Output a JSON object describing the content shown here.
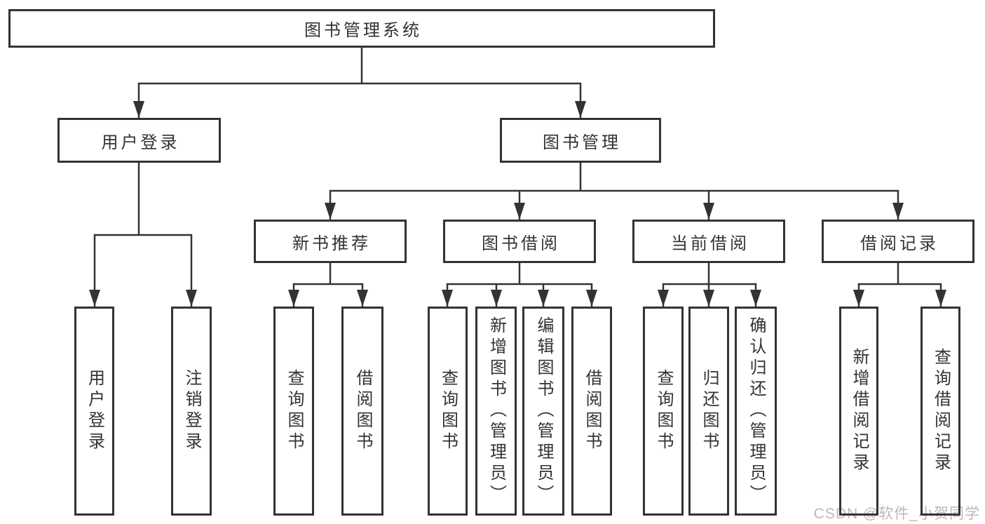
{
  "colors": {
    "line": "#333333",
    "border": "#333333",
    "text": "#333333",
    "watermark": "#b9b9b9",
    "background": "#ffffff"
  },
  "watermark": {
    "text": "CSDN @软件_小贺同学"
  },
  "tree": {
    "root": {
      "label": "图书管理系统",
      "children": [
        {
          "label": "用户登录",
          "children": [
            {
              "label": "用户登录"
            },
            {
              "label": "注销登录"
            }
          ]
        },
        {
          "label": "图书管理",
          "children": [
            {
              "label": "新书推荐",
              "children": [
                {
                  "label": "查询图书"
                },
                {
                  "label": "借阅图书"
                }
              ]
            },
            {
              "label": "图书借阅",
              "children": [
                {
                  "label": "查询图书"
                },
                {
                  "label": "新增图书（管理员）"
                },
                {
                  "label": "编辑图书（管理员）"
                },
                {
                  "label": "借阅图书"
                }
              ]
            },
            {
              "label": "当前借阅",
              "children": [
                {
                  "label": "查询图书"
                },
                {
                  "label": "归还图书"
                },
                {
                  "label": "确认归还（管理员）"
                }
              ]
            },
            {
              "label": "借阅记录",
              "children": [
                {
                  "label": "新增借阅记录"
                },
                {
                  "label": "查询借阅记录"
                }
              ]
            }
          ]
        }
      ]
    }
  }
}
